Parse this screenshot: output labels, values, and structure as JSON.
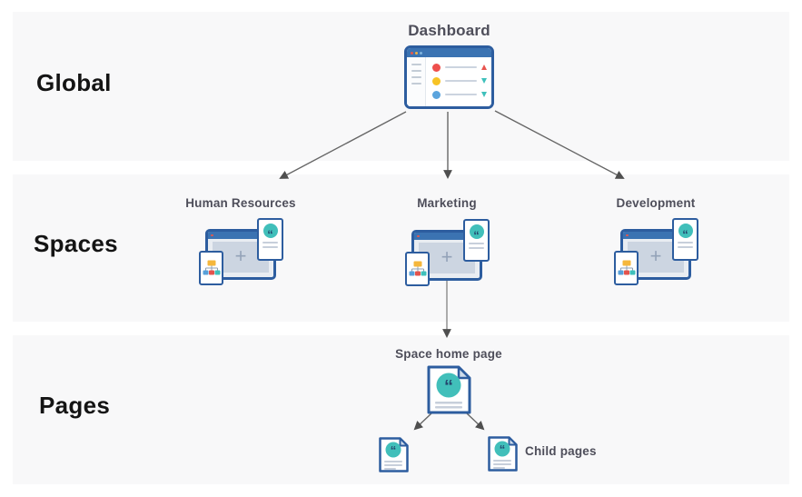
{
  "sections": [
    {
      "label": "Global"
    },
    {
      "label": "Spaces"
    },
    {
      "label": "Pages"
    }
  ],
  "dashboard": {
    "label": "Dashboard"
  },
  "space_nodes": [
    {
      "label": "Human Resources"
    },
    {
      "label": "Marketing"
    },
    {
      "label": "Development"
    }
  ],
  "page_nodes": {
    "home_label": "Space home page",
    "children_label": "Child pages"
  },
  "glyphs": {
    "quote": "“",
    "plus": "+"
  },
  "icons": {
    "dashboard": "browser-dashboard-icon",
    "space_window": "space-window-icon",
    "quote_page": "quote-page-icon",
    "org_chart_page": "org-chart-page-icon",
    "arrow": "arrow-connector"
  },
  "colors": {
    "band_background": "#f8f8f9",
    "window_border_blue": "#2d5d9f",
    "titlebar_blue": "#3b73b2",
    "teal": "#41bfba",
    "red": "#ee4f4c",
    "yellow": "#f7c325",
    "sky_blue": "#5ba4dd",
    "line_gray": "#c7cfdb",
    "content_gray": "#ccd5e1",
    "arrow_gray": "#666666",
    "section_label": "#141414",
    "node_label": "#4e4e5a"
  }
}
